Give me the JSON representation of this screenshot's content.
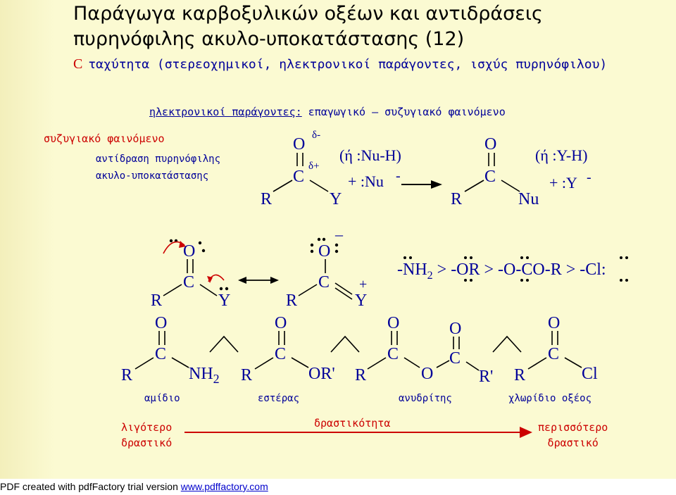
{
  "title_line1": "Παράγωγα καρβοξυλικών οξέων και αντιδράσεις",
  "title_line2": "πυρηνόφιλης ακυλο-υποκατάστασης (12)",
  "bullet": {
    "marker": "C",
    "text": "ταχύτητα (στερεοχημικοί, ηλεκτρονικοί παράγοντες, ισχύς πυρηνόφιλου)"
  },
  "factors_label": "ηλεκτρονικοί παράγοντες:",
  "factors_value": "επαγωγικό – συζυγιακό φαινόμενο",
  "conj_label": "συζυγιακό φαινόμενο",
  "reaction_label_1": "αντίδραση πυρηνόφιλης",
  "reaction_label_2": "ακυλο-υποκατάστασης",
  "scheme": {
    "O": "O",
    "C": "C",
    "R": "R",
    "Y": "Y",
    "Nu": "Nu",
    "delta_minus": "δ-",
    "delta_plus": "δ+",
    "or_NuH": "(ή :Nu-H)",
    "plus_Nu": "+ :Nu",
    "minus": "-",
    "or_YH": "(ή :Y-H)",
    "plus_Y": "+ :Y"
  },
  "resonance": {
    "O": "O",
    "C": "C",
    "R": "R",
    "Y": "Y",
    "plus": "+",
    "minus": "–",
    "order_1": "-NH",
    "order_sub": "2",
    "order_2": " > -OR > -O-CO-R > -Cl:"
  },
  "compounds": {
    "amide": {
      "group": "NH",
      "sub": "2",
      "name": "αμίδιο"
    },
    "ester": {
      "group": "OR'",
      "name": "εστέρας"
    },
    "anhydride": {
      "group_O": "O",
      "group_R": "R'",
      "name": "ανυδρίτης"
    },
    "acid_chloride": {
      "group": "Cl",
      "name": "χλωρίδιο οξέος"
    }
  },
  "less_reactive_1": "λιγότερο",
  "less_reactive_2": "δραστικό",
  "reactivity": "δραστικότητα",
  "more_reactive_1": "περισσότερο",
  "more_reactive_2": "δραστικό",
  "footer_text": "PDF created with pdfFactory trial version ",
  "footer_link": "www.pdffactory.com",
  "colors": {
    "background": "#fbfad2",
    "text_blue": "#000099",
    "accent_red": "#cc0000"
  }
}
